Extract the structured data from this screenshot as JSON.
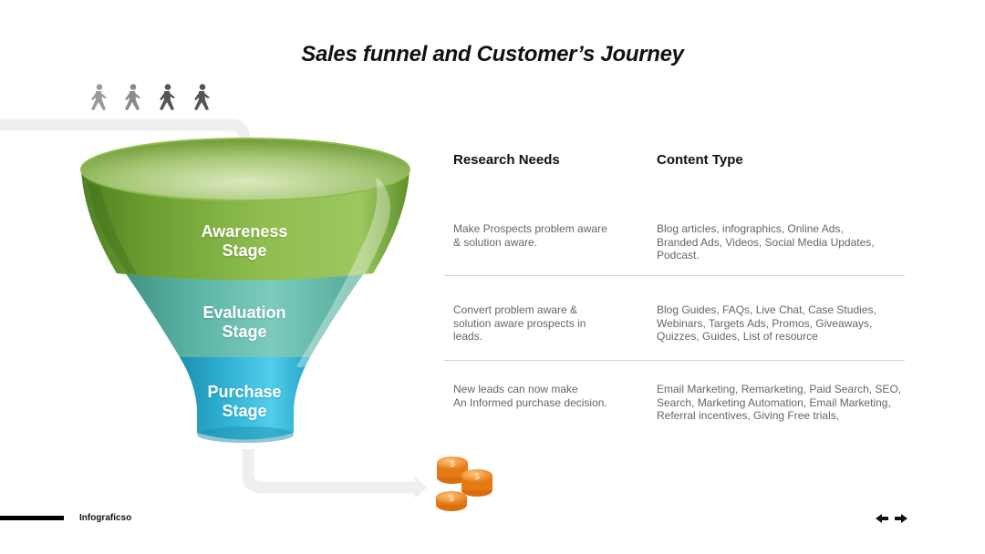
{
  "title": "Sales funnel and Customer’s Journey",
  "stages": [
    {
      "line1": "Awareness",
      "line2": "Stage"
    },
    {
      "line1": "Evaluation",
      "line2": "Stage"
    },
    {
      "line1": "Purchase",
      "line2": "Stage"
    }
  ],
  "columns": {
    "research": "Research Needs",
    "content": "Content Type"
  },
  "rows": [
    {
      "research": "Make Prospects problem aware\n & solution aware.",
      "content": "Blog articles, infographics, Online Ads,\nBranded Ads, Videos, Social Media Updates,\nPodcast."
    },
    {
      "research": "Convert problem aware &\nsolution aware prospects in\nleads.",
      "content": "Blog Guides, FAQs, Live Chat,  Case Studies,\nWebinars, Targets Ads, Promos, Giveaways,\nQuizzes, Guides, List of resource"
    },
    {
      "research": "New leads can now make\nAn Informed purchase decision.",
      "content": "Email Marketing, Remarketing, Paid Search,  SEO,\nSearch, Marketing Automation,  Email Marketing,\nReferral  incentives, Giving Free trials,"
    }
  ],
  "footer": {
    "brand": "Infograficso"
  },
  "icons": {
    "walkers": [
      "walking-person-icon",
      "walking-person-icon",
      "walking-person-icon",
      "walking-person-icon"
    ],
    "coins": "coin-stack-icon",
    "nav_prev": "arrow-left-icon",
    "nav_next": "arrow-right-icon"
  },
  "colors": {
    "awareness": "#7cae3e",
    "evaluation": "#5fbfae",
    "purchase": "#2cb6d8",
    "coins": "#f08c28",
    "connector": "#efefef"
  }
}
